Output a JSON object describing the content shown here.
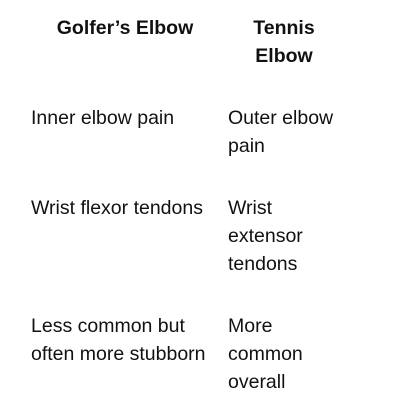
{
  "table": {
    "headers": [
      "Golfer’s Elbow",
      "Tennis Elbow"
    ],
    "rows": [
      [
        "Inner elbow pain",
        "Outer elbow pain"
      ],
      [
        "Wrist flexor tendons",
        "Wrist extensor tendons"
      ],
      [
        "Less common but often more stubborn",
        "More common overall"
      ]
    ]
  }
}
